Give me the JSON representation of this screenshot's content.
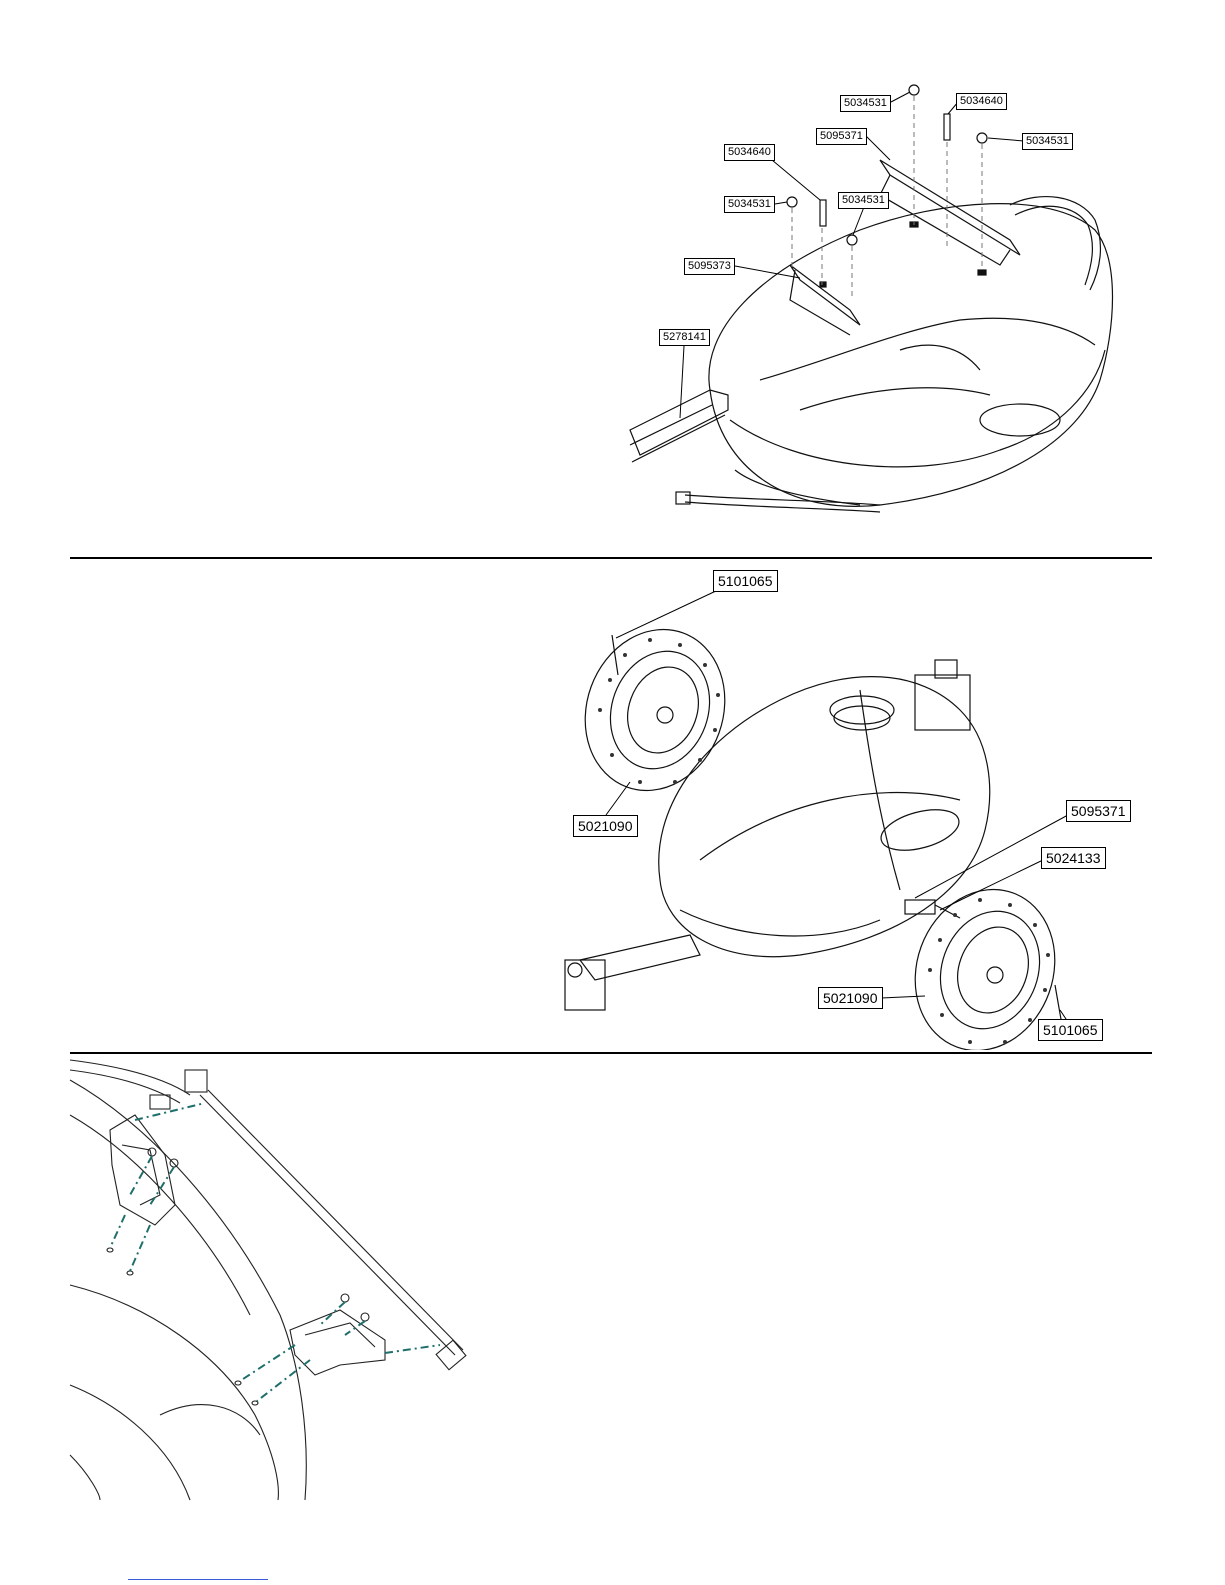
{
  "section1": {
    "callouts": [
      "5034531",
      "5034640",
      "5095371",
      "5034531",
      "5034640",
      "5034531",
      "5034531",
      "5095373",
      "5278141"
    ]
  },
  "section2": {
    "callouts": [
      "5101065",
      "5021090",
      "5095371",
      "5024133",
      "5021090",
      "5101065"
    ]
  },
  "section3": {
    "callouts": []
  },
  "colors": {
    "line": "#000000",
    "guide": "#1f6f6a",
    "footer_link": "#3b5bdb"
  }
}
